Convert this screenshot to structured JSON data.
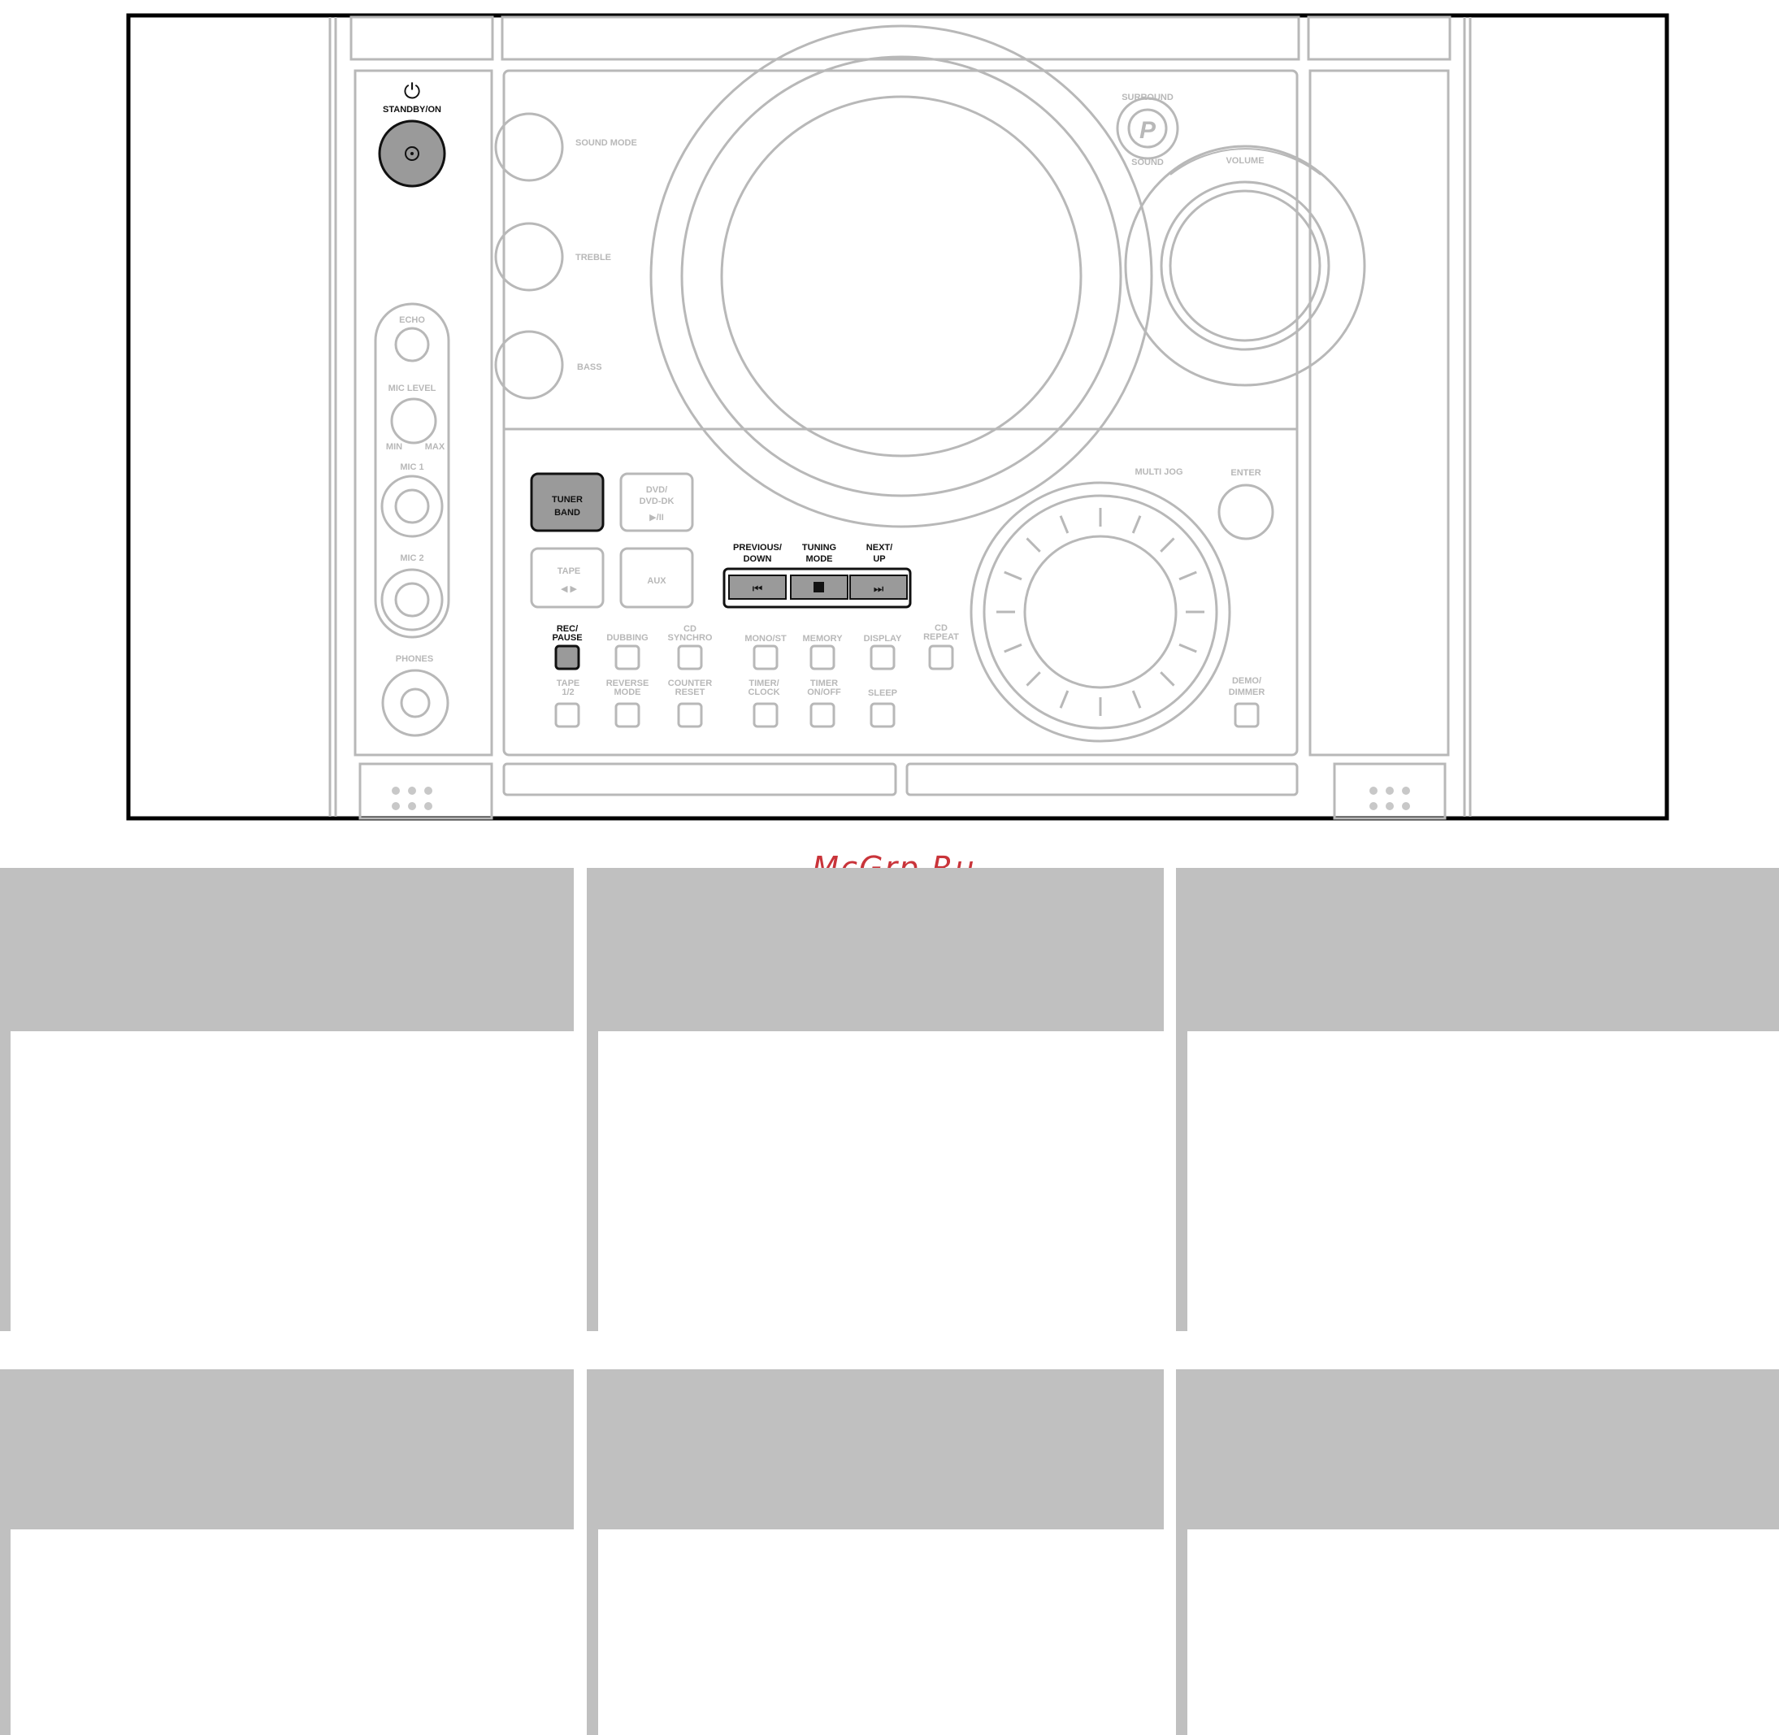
{
  "panel": {
    "standby_label": "STANDBY/ON",
    "sound_mode_label": "SOUND MODE",
    "treble_label": "TREBLE",
    "bass_label": "BASS",
    "echo_label": "ECHO",
    "mic_level_label": "MIC LEVEL",
    "mic_level_min": "MIN",
    "mic_level_max": "MAX",
    "mic1_label": "MIC 1",
    "mic2_label": "MIC 2",
    "phones_label": "PHONES",
    "surround_top": "SURROUND",
    "surround_letter": "P",
    "surround_bottom": "SOUND",
    "volume_label": "VOLUME",
    "tuner_label": "TUNER",
    "band_label": "BAND",
    "dvd_label_1": "DVD/",
    "dvd_label_2": "DVD-DK",
    "dvd_play_pause": "▶/II",
    "tape_label": "TAPE",
    "tape_arrows": "◀ ▶",
    "aux_label": "AUX",
    "previous_label_1": "PREVIOUS/",
    "previous_label_2": "DOWN",
    "tuning_label_1": "TUNING",
    "tuning_label_2": "MODE",
    "next_label_1": "NEXT/",
    "next_label_2": "UP",
    "multi_jog_label": "MULTI JOG",
    "enter_label": "ENTER",
    "rec_pause_label_1": "REC/",
    "rec_pause_label_2": "PAUSE",
    "dubbing_label": "DUBBING",
    "cd_synchro_label_1": "CD",
    "cd_synchro_label_2": "SYNCHRO",
    "mono_st_label": "MONO/ST",
    "memory_label": "MEMORY",
    "display_label": "DISPLAY",
    "cd_repeat_label_1": "CD",
    "cd_repeat_label_2": "REPEAT",
    "tape12_label_1": "TAPE",
    "tape12_label_2": "1/2",
    "reverse_mode_label_1": "REVERSE",
    "reverse_mode_label_2": "MODE",
    "counter_reset_label_1": "COUNTER",
    "counter_reset_label_2": "RESET",
    "timer_clock_label_1": "TIMER/",
    "timer_clock_label_2": "CLOCK",
    "timer_onoff_label_1": "TIMER",
    "timer_onoff_label_2": "ON/OFF",
    "sleep_label": "SLEEP",
    "demo_dimmer_label_1": "DEMO/",
    "demo_dimmer_label_2": "DIMMER"
  },
  "watermark": "McGrp.Ru",
  "colors": {
    "panel_line": "#b8b8b8",
    "highlight_fill": "#9a9a9a",
    "table_header": "#c0c0c0",
    "watermark": "#c9343a"
  }
}
